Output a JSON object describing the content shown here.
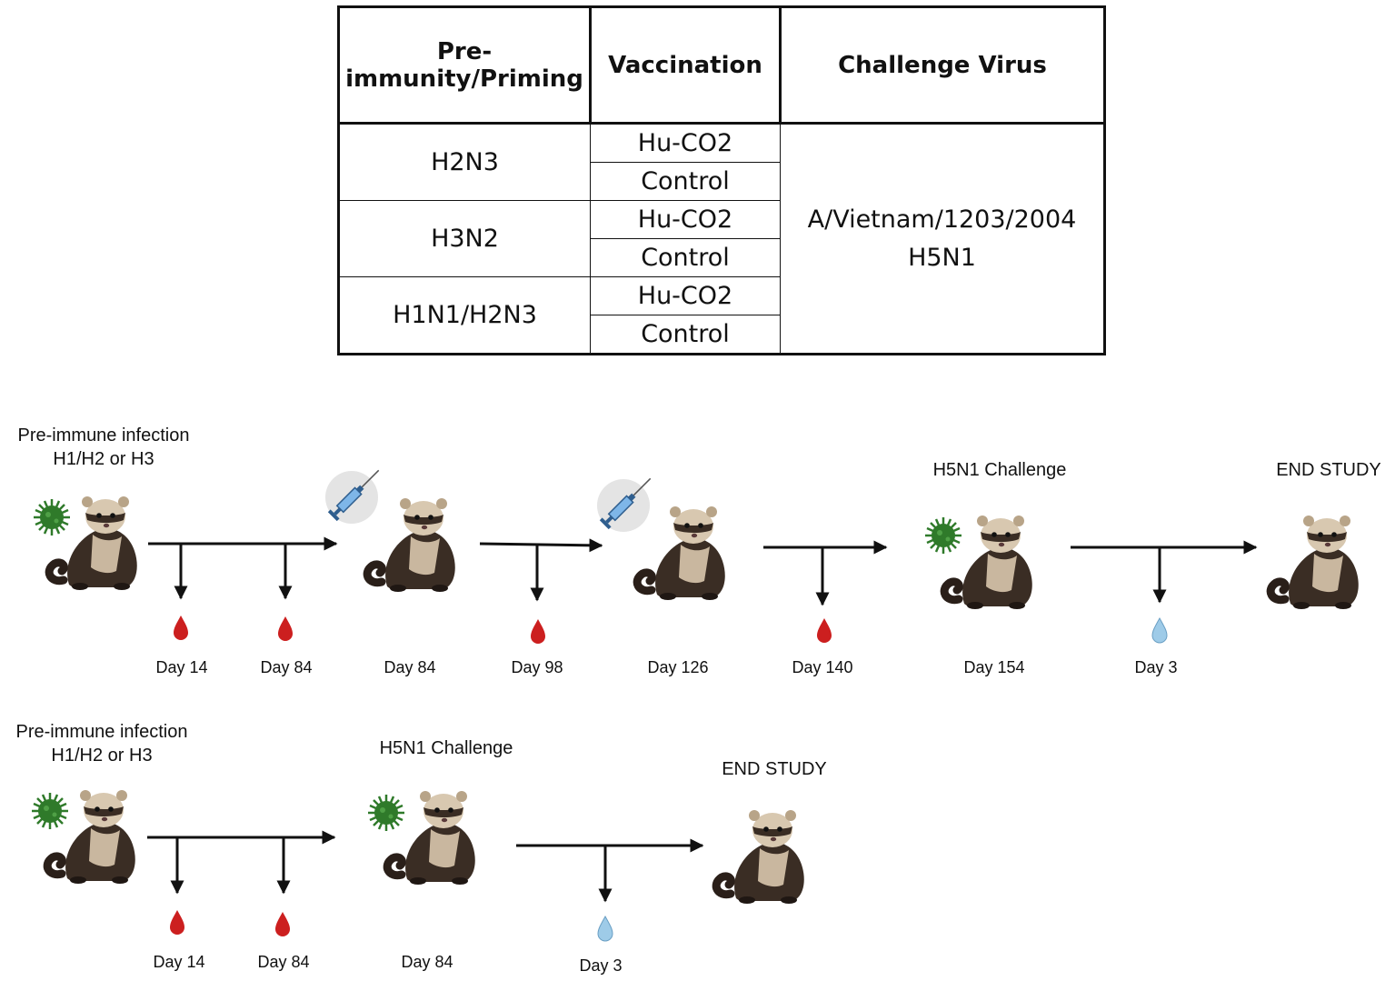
{
  "table": {
    "headers": {
      "priming": "Pre-\nimmunity/Priming",
      "vaccination": "Vaccination",
      "challenge": "Challenge Virus"
    },
    "groups": [
      {
        "priming": "H2N3",
        "vaccinations": [
          "Hu-CO2",
          "Control"
        ]
      },
      {
        "priming": "H3N2",
        "vaccinations": [
          "Hu-CO2",
          "Control"
        ]
      },
      {
        "priming": "H1N1/H2N3",
        "vaccinations": [
          "Hu-CO2",
          "Control"
        ]
      }
    ],
    "challenge_virus": "A/Vietnam/1203/2004\nH5N1"
  },
  "timeline1": {
    "pre_immune": {
      "line1": "Pre-immune infection",
      "line2": "H1/H2 or H3"
    },
    "challenge_label": "H5N1 Challenge",
    "end_label": "END STUDY",
    "days": {
      "d14": "Day 14",
      "d84a": "Day 84",
      "d84b": "Day 84",
      "d98": "Day 98",
      "d126": "Day 126",
      "d140": "Day 140",
      "d154": "Day 154",
      "d3": "Day 3"
    }
  },
  "timeline2": {
    "pre_immune": {
      "line1": "Pre-immune infection",
      "line2": "H1/H2 or H3"
    },
    "challenge_label": "H5N1 Challenge",
    "end_label": "END STUDY",
    "days": {
      "d14": "Day 14",
      "d84a": "Day 84",
      "d84b": "Day 84",
      "d3": "Day 3"
    }
  },
  "colors": {
    "blood": "#cc1f1f",
    "nasal_wash": "#9ecbe8",
    "virus": "#2f7a2a",
    "ferret": "#3a2d24",
    "syringe": "#3f7fc0"
  },
  "icons": [
    "ferret-icon",
    "virus-icon",
    "syringe-icon",
    "blood-drop-icon",
    "nasal-wash-drop-icon"
  ]
}
